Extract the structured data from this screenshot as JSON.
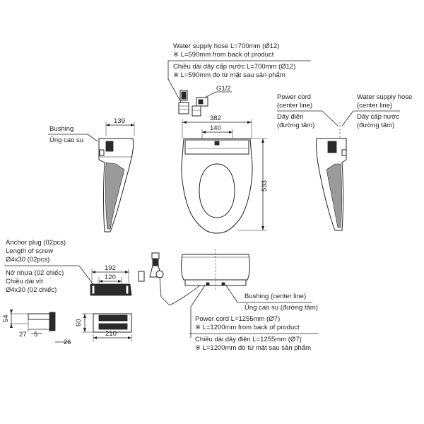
{
  "labels": {
    "water_hose_en": "Water supply hose L=700mm (Ø12)",
    "water_hose_en_note": "※ L=590mm from back of product",
    "water_hose_vi": "Chiều dài dây cấp nước L=700mm (Ø12)",
    "water_hose_vi_note": "※ L=590mm đo từ mặt sau sản phẩm",
    "thread": "G1/2",
    "bushing_en": "Bushing",
    "bushing_vi": "Ủng cao su",
    "power_cord_center_en_1": "Power cord",
    "power_cord_center_en_2": "(center line)",
    "power_cord_center_vi_1": "Dây điện",
    "power_cord_center_vi_2": "(đường tâm)",
    "water_hose_center_en_1": "Water supply hose",
    "water_hose_center_en_2": "(center line)",
    "water_hose_center_vi_1": "Dây cấp nước",
    "water_hose_center_vi_2": "(đường tâm)",
    "anchor_en_1": "Anchor plug (02pcs)",
    "anchor_en_2": "Length of screw",
    "anchor_en_3": "Ø4x30 (02pcs)",
    "anchor_vi_1": "Nở nhựa (02 chiếc)",
    "anchor_vi_2": "Chiều dài vít",
    "anchor_vi_3": "Ø4x30 (02 chiếc)",
    "bushing_center_en": "Bushing (center line)",
    "bushing_center_vi": "Ủng cao su (đường tâm)",
    "power_cord_en": "Power cord L=1255mm (Ø7)",
    "power_cord_en_note": "※ L=1200mm from back of product",
    "power_cord_vi": "Chiều dài dây điện L=1255mm (Ø7)",
    "power_cord_vi_note": "※ L=1200mm đo từ mặt sau sản phẩm"
  },
  "dimensions": {
    "side_depth": "139",
    "top_width": "382",
    "top_inner": "140",
    "top_length": "533",
    "plate_width": "192",
    "plate_inner": "120",
    "plate_side_width": "210",
    "plate_height": "60",
    "bracket_height": "54",
    "bracket_27": "27",
    "bracket_5": "5",
    "bracket_26": "26"
  }
}
